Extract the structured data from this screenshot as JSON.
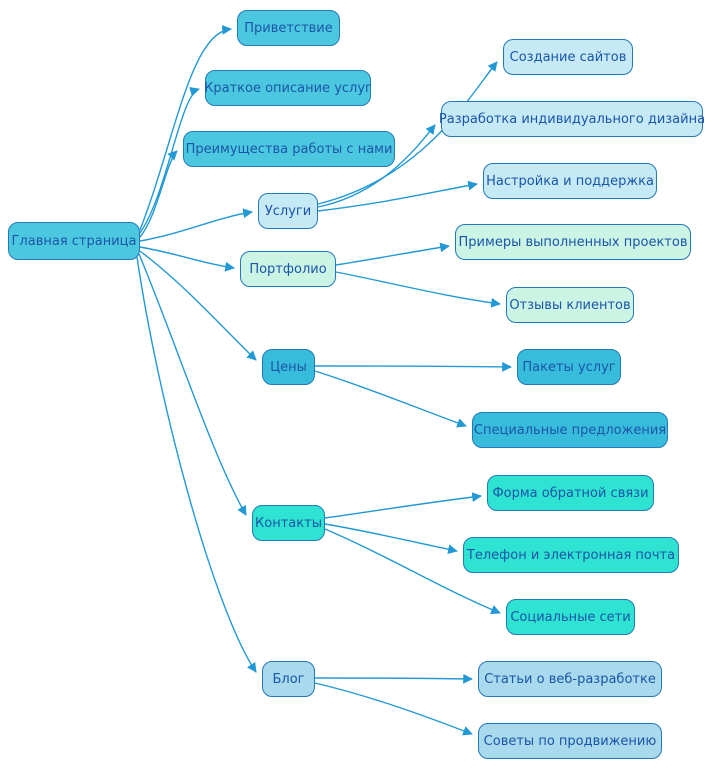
{
  "colors": {
    "group_main": "#4BC8DF",
    "group_services": "#C6EAF5",
    "group_portfolio": "#CBF4E4",
    "group_prices": "#38BCDC",
    "group_contacts": "#2EE3D2",
    "group_blog": "#A8D9EC",
    "node_border": "#2579B8",
    "node_text": "#1B55A8",
    "edge": "#2299D4"
  },
  "nodes": [
    {
      "id": "main-page",
      "label": "Главная страница",
      "group": "group_main"
    },
    {
      "id": "greeting",
      "label": "Приветствие",
      "group": "group_main"
    },
    {
      "id": "services-description",
      "label": "Краткое описание услуг",
      "group": "group_main"
    },
    {
      "id": "advantages",
      "label": "Преимущества работы с нами",
      "group": "group_main"
    },
    {
      "id": "services",
      "label": "Услуги",
      "group": "group_services"
    },
    {
      "id": "site-creation",
      "label": "Создание сайтов",
      "group": "group_services"
    },
    {
      "id": "custom-design",
      "label": "Разработка индивидуального дизайна",
      "group": "group_services"
    },
    {
      "id": "setup-support",
      "label": "Настройка и поддержка",
      "group": "group_services"
    },
    {
      "id": "portfolio",
      "label": "Портфолио",
      "group": "group_portfolio"
    },
    {
      "id": "project-examples",
      "label": "Примеры выполненных проектов",
      "group": "group_portfolio"
    },
    {
      "id": "client-reviews",
      "label": "Отзывы клиентов",
      "group": "group_portfolio"
    },
    {
      "id": "prices",
      "label": "Цены",
      "group": "group_prices"
    },
    {
      "id": "service-packages",
      "label": "Пакеты услуг",
      "group": "group_prices"
    },
    {
      "id": "special-offers",
      "label": "Специальные предложения",
      "group": "group_prices"
    },
    {
      "id": "contacts",
      "label": "Контакты",
      "group": "group_contacts"
    },
    {
      "id": "feedback-form",
      "label": "Форма обратной связи",
      "group": "group_contacts"
    },
    {
      "id": "phone-email",
      "label": "Телефон и электронная почта",
      "group": "group_contacts"
    },
    {
      "id": "social-networks",
      "label": "Социальные сети",
      "group": "group_contacts"
    },
    {
      "id": "blog",
      "label": "Блог",
      "group": "group_blog"
    },
    {
      "id": "webdev-articles",
      "label": "Статьи о веб-разработке",
      "group": "group_blog"
    },
    {
      "id": "promotion-tips",
      "label": "Советы по продвижению",
      "group": "group_blog"
    }
  ],
  "edges": [
    {
      "from": "main-page",
      "to": "greeting"
    },
    {
      "from": "main-page",
      "to": "services-description"
    },
    {
      "from": "main-page",
      "to": "advantages"
    },
    {
      "from": "main-page",
      "to": "services"
    },
    {
      "from": "main-page",
      "to": "portfolio"
    },
    {
      "from": "main-page",
      "to": "prices"
    },
    {
      "from": "main-page",
      "to": "contacts"
    },
    {
      "from": "main-page",
      "to": "blog"
    },
    {
      "from": "services",
      "to": "site-creation"
    },
    {
      "from": "services",
      "to": "custom-design"
    },
    {
      "from": "services",
      "to": "setup-support"
    },
    {
      "from": "portfolio",
      "to": "project-examples"
    },
    {
      "from": "portfolio",
      "to": "client-reviews"
    },
    {
      "from": "prices",
      "to": "service-packages"
    },
    {
      "from": "prices",
      "to": "special-offers"
    },
    {
      "from": "contacts",
      "to": "feedback-form"
    },
    {
      "from": "contacts",
      "to": "phone-email"
    },
    {
      "from": "contacts",
      "to": "social-networks"
    },
    {
      "from": "blog",
      "to": "webdev-articles"
    },
    {
      "from": "blog",
      "to": "promotion-tips"
    }
  ]
}
